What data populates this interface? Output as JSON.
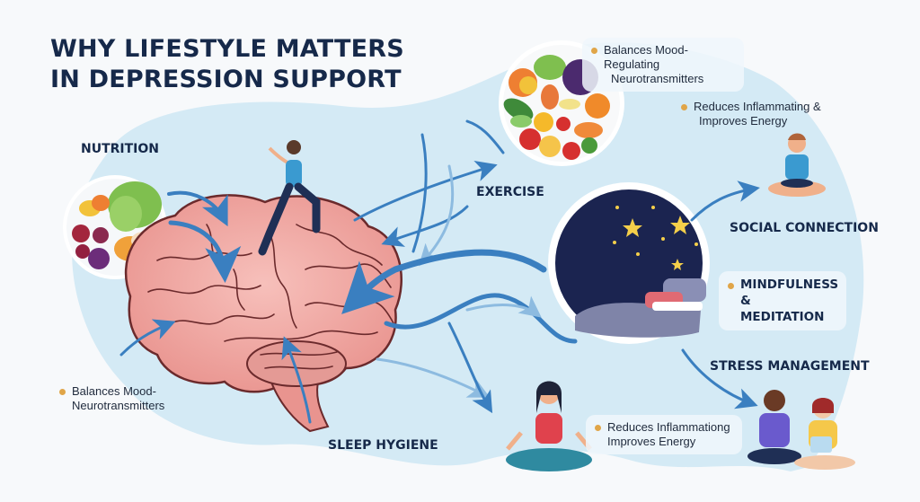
{
  "title": {
    "line1": "WHY LIFESTYLE MATTERS",
    "line2": "IN DEPRESSION SUPPORT"
  },
  "sections": {
    "nutrition": {
      "label": "NUTRITION",
      "icon": "food-plate-icon"
    },
    "exercise": {
      "label": "EXERCISE",
      "icon": "exercising-woman-icon"
    },
    "social_connection": {
      "label": "SOCIAL CONNECTION",
      "icon": "meditating-boy-icon"
    },
    "mindfulness": {
      "line1": "MINDFULNESS &",
      "line2": "MEDITATION"
    },
    "stress_management": {
      "label": "STRESS MANAGEMENT",
      "icon": "two-friends-talking-icon"
    },
    "sleep_hygiene": {
      "label": "SLEEP HYGIENE",
      "icon": "moon-bed-night-icon"
    }
  },
  "bullets": {
    "top_right_1": {
      "line1": "Balances Mood-Regulating",
      "line2": "Neurotransmitters"
    },
    "top_right_2": {
      "line1": "Reduces Inflammating &",
      "line2": "Improves Energy"
    },
    "bottom_left": {
      "line1": "Balances Mood-",
      "line2": "Neurotransmitters"
    },
    "bottom_center": {
      "line1": "Reduces Inflammationg",
      "line2": "Improves Energy"
    }
  },
  "colors": {
    "title": "#16294a",
    "blob": "#d4eaf5",
    "arrow": "#3a7fc0",
    "arrow_light": "#8dbbe0",
    "brain": "#f2a9a4",
    "brain_line": "#6b2a2c",
    "bullet_dot": "#e0a548",
    "night_sky": "#1b2450",
    "moon": "#f5cf4a"
  },
  "center": {
    "icon": "brain-icon"
  }
}
